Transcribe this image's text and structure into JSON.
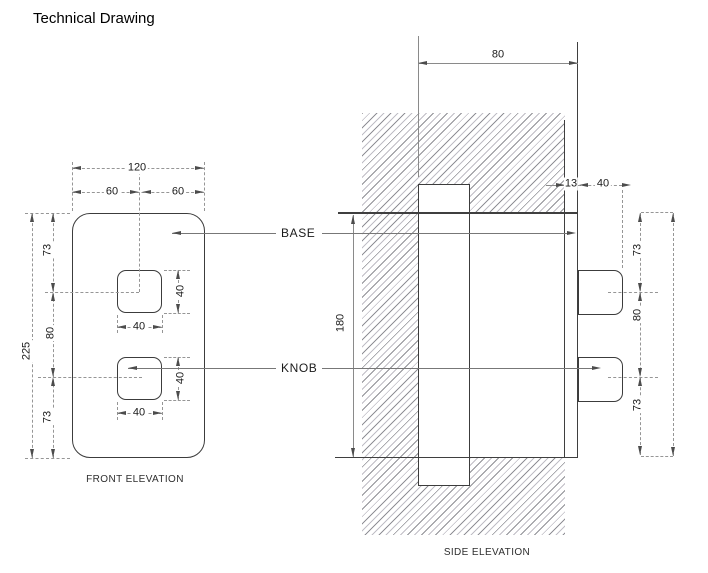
{
  "title": "Technical Drawing",
  "labels": {
    "base": "BASE",
    "knob": "KNOB"
  },
  "front": {
    "caption": "FRONT ELEVATION",
    "dims": {
      "overall_width": "120",
      "half_left": "60",
      "half_right": "60",
      "overall_height": "225",
      "top_offset": "73",
      "center_spacing": "80",
      "bottom_offset": "73",
      "knob1_width": "40",
      "knob1_height": "40",
      "knob2_width": "40",
      "knob2_height": "40"
    }
  },
  "side": {
    "caption": "SIDE ELEVATION",
    "dims": {
      "wall_depth": "80",
      "base_thickness": "13",
      "knob_depth": "40",
      "body_height": "180",
      "top_offset": "73",
      "center_spacing": "80",
      "bottom_offset": "73"
    }
  }
}
